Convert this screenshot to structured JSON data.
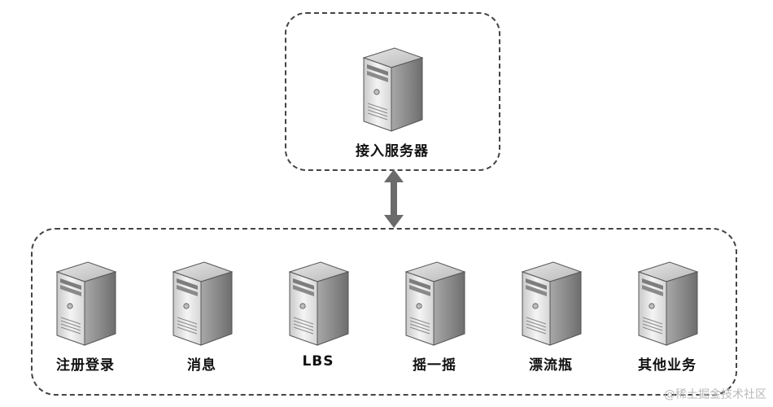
{
  "access": {
    "label": "接入服务器"
  },
  "services": [
    {
      "label": "注册登录",
      "icon": "server-icon"
    },
    {
      "label": "消息",
      "icon": "server-icon"
    },
    {
      "label": "LBS",
      "icon": "server-icon"
    },
    {
      "label": "摇一摇",
      "icon": "server-icon"
    },
    {
      "label": "漂流瓶",
      "icon": "server-icon"
    },
    {
      "label": "其他业务",
      "icon": "server-icon"
    }
  ],
  "connector": {
    "icon": "double-arrow-icon",
    "color": "#6b6b6b"
  },
  "watermark": "@稀土掘金技术社区",
  "colors": {
    "border": "#444444",
    "server_front": "#e8e8e8",
    "server_side": "#9a9a9a",
    "server_top": "#d0d0d0"
  }
}
